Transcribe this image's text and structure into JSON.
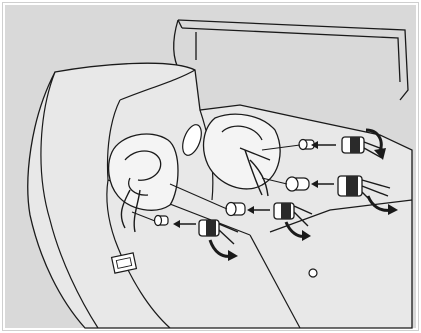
{
  "figure": {
    "background_color": "#d9d9d9",
    "line_color": "#1a1a1a",
    "panel_color": "#e8e8e8",
    "bulb_fill": "#ffffff",
    "socket_fill": "#2a2a2a",
    "icons": [
      "trunk-lid-outline",
      "trunk-side-panel",
      "taillight-housing",
      "light-bulb",
      "bulb-socket",
      "turn-arrow-icon",
      "direction-arrow-icon",
      "wire-harness"
    ]
  }
}
